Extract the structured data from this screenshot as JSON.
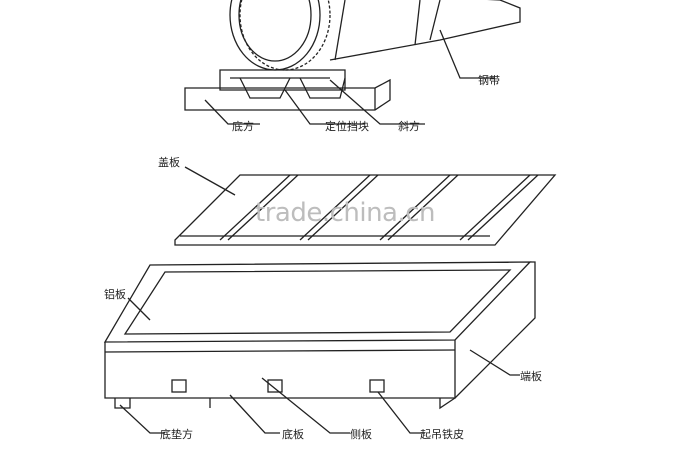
{
  "labels": {
    "steel_strap": "钢带",
    "base_beam": "底方",
    "positioning_block": "定位挡块",
    "slant_beam": "斜方",
    "cover_board": "盖板",
    "aluminum_plate": "铝板",
    "end_board": "端板",
    "bottom_pad_beam": "底垫方",
    "bottom_board": "底板",
    "side_board": "侧板",
    "lifting_iron_sheet": "起吊铁皮"
  },
  "watermark": "trade.china.cn",
  "colors": {
    "line": "#222222",
    "watermark": "#bdbdbd"
  }
}
